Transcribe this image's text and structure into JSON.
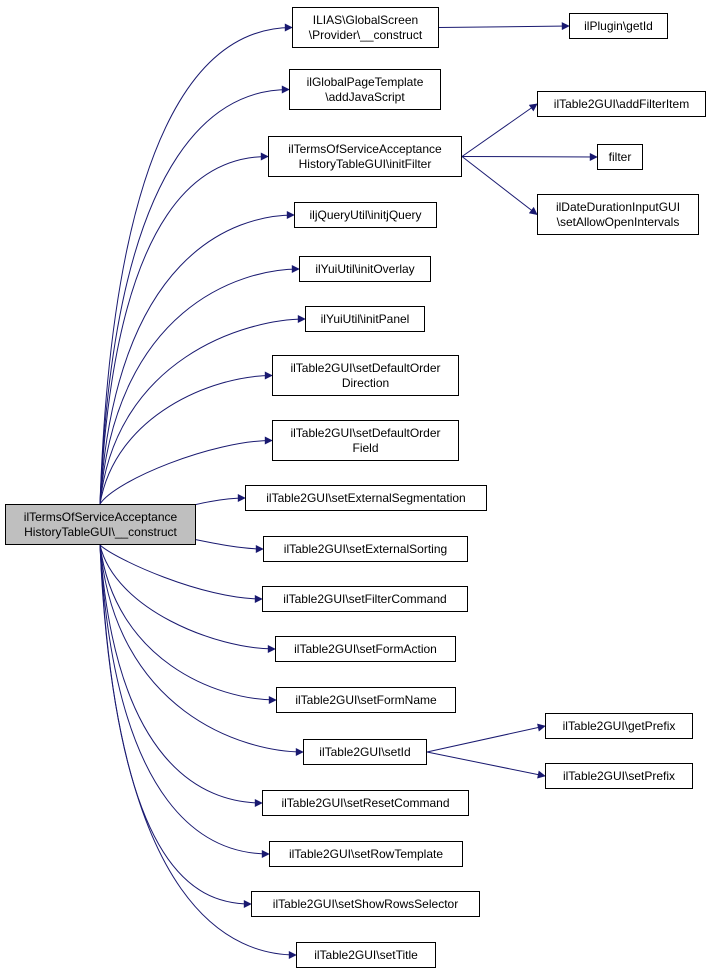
{
  "colors": {
    "edge": "#191970",
    "root_fill": "#bfbfbf",
    "node_border": "#000000",
    "background": "#ffffff"
  },
  "nodes": {
    "root": {
      "lines": [
        "ilTermsOfServiceAcceptance",
        "HistoryTableGUI\\__construct"
      ]
    },
    "globalscreen_construct": {
      "lines": [
        "ILIAS\\GlobalScreen",
        "\\Provider\\__construct"
      ]
    },
    "plugin_getid": {
      "lines": [
        "ilPlugin\\getId"
      ]
    },
    "globalpage_addjs": {
      "lines": [
        "ilGlobalPageTemplate",
        "\\addJavaScript"
      ]
    },
    "tos_initfilter": {
      "lines": [
        "ilTermsOfServiceAcceptance",
        "HistoryTableGUI\\initFilter"
      ]
    },
    "table2_addfilteritem": {
      "lines": [
        "ilTable2GUI\\addFilterItem"
      ]
    },
    "filter": {
      "lines": [
        "filter"
      ]
    },
    "dateduration_setallow": {
      "lines": [
        "ilDateDurationInputGUI",
        "\\setAllowOpenIntervals"
      ]
    },
    "jquery_init": {
      "lines": [
        "iljQueryUtil\\initjQuery"
      ]
    },
    "yui_initoverlay": {
      "lines": [
        "ilYuiUtil\\initOverlay"
      ]
    },
    "yui_initpanel": {
      "lines": [
        "ilYuiUtil\\initPanel"
      ]
    },
    "table2_setdefaultorderdirection": {
      "lines": [
        "ilTable2GUI\\setDefaultOrder",
        "Direction"
      ]
    },
    "table2_setdefaultorderfield": {
      "lines": [
        "ilTable2GUI\\setDefaultOrder",
        "Field"
      ]
    },
    "table2_setexternalsegmentation": {
      "lines": [
        "ilTable2GUI\\setExternalSegmentation"
      ]
    },
    "table2_setexternalsorting": {
      "lines": [
        "ilTable2GUI\\setExternalSorting"
      ]
    },
    "table2_setfiltercommand": {
      "lines": [
        "ilTable2GUI\\setFilterCommand"
      ]
    },
    "table2_setformaction": {
      "lines": [
        "ilTable2GUI\\setFormAction"
      ]
    },
    "table2_setformname": {
      "lines": [
        "ilTable2GUI\\setFormName"
      ]
    },
    "table2_setid": {
      "lines": [
        "ilTable2GUI\\setId"
      ]
    },
    "table2_getprefix": {
      "lines": [
        "ilTable2GUI\\getPrefix"
      ]
    },
    "table2_setprefix": {
      "lines": [
        "ilTable2GUI\\setPrefix"
      ]
    },
    "table2_setresetcommand": {
      "lines": [
        "ilTable2GUI\\setResetCommand"
      ]
    },
    "table2_setrowtemplate": {
      "lines": [
        "ilTable2GUI\\setRowTemplate"
      ]
    },
    "table2_setshowrowsselector": {
      "lines": [
        "ilTable2GUI\\setShowRowsSelector"
      ]
    },
    "table2_settitle": {
      "lines": [
        "ilTable2GUI\\setTitle"
      ]
    }
  },
  "edges": [
    [
      "root",
      "globalscreen_construct"
    ],
    [
      "root",
      "globalpage_addjs"
    ],
    [
      "root",
      "tos_initfilter"
    ],
    [
      "root",
      "jquery_init"
    ],
    [
      "root",
      "yui_initoverlay"
    ],
    [
      "root",
      "yui_initpanel"
    ],
    [
      "root",
      "table2_setdefaultorderdirection"
    ],
    [
      "root",
      "table2_setdefaultorderfield"
    ],
    [
      "root",
      "table2_setexternalsegmentation"
    ],
    [
      "root",
      "table2_setexternalsorting"
    ],
    [
      "root",
      "table2_setfiltercommand"
    ],
    [
      "root",
      "table2_setformaction"
    ],
    [
      "root",
      "table2_setformname"
    ],
    [
      "root",
      "table2_setid"
    ],
    [
      "root",
      "table2_setresetcommand"
    ],
    [
      "root",
      "table2_setrowtemplate"
    ],
    [
      "root",
      "table2_setshowrowsselector"
    ],
    [
      "root",
      "table2_settitle"
    ],
    [
      "globalscreen_construct",
      "plugin_getid"
    ],
    [
      "tos_initfilter",
      "table2_addfilteritem"
    ],
    [
      "tos_initfilter",
      "filter"
    ],
    [
      "tos_initfilter",
      "dateduration_setallow"
    ],
    [
      "table2_setid",
      "table2_getprefix"
    ],
    [
      "table2_setid",
      "table2_setprefix"
    ]
  ]
}
